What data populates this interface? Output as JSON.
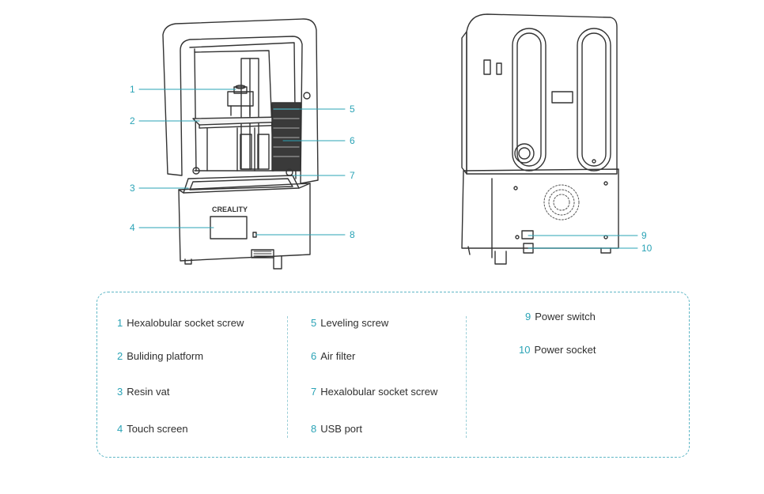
{
  "callouts": {
    "c1": "1",
    "c2": "2",
    "c3": "3",
    "c4": "4",
    "c5": "5",
    "c6": "6",
    "c7": "7",
    "c8": "8",
    "c9": "9",
    "c10": "10"
  },
  "brand_logo": "CREALITY",
  "legend": {
    "items": [
      {
        "num": "1",
        "label": "Hexalobular socket screw"
      },
      {
        "num": "2",
        "label": "Buliding platform"
      },
      {
        "num": "3",
        "label": "Resin vat"
      },
      {
        "num": "4",
        "label": "Touch screen"
      },
      {
        "num": "5",
        "label": "Leveling screw"
      },
      {
        "num": "6",
        "label": "Air filter"
      },
      {
        "num": "7",
        "label": "Hexalobular socket screw"
      },
      {
        "num": "8",
        "label": "USB port"
      },
      {
        "num": "9",
        "label": "Power switch"
      },
      {
        "num": "10",
        "label": "Power socket"
      }
    ]
  },
  "colors": {
    "accent": "#2aa3b6",
    "line": "#333333"
  }
}
